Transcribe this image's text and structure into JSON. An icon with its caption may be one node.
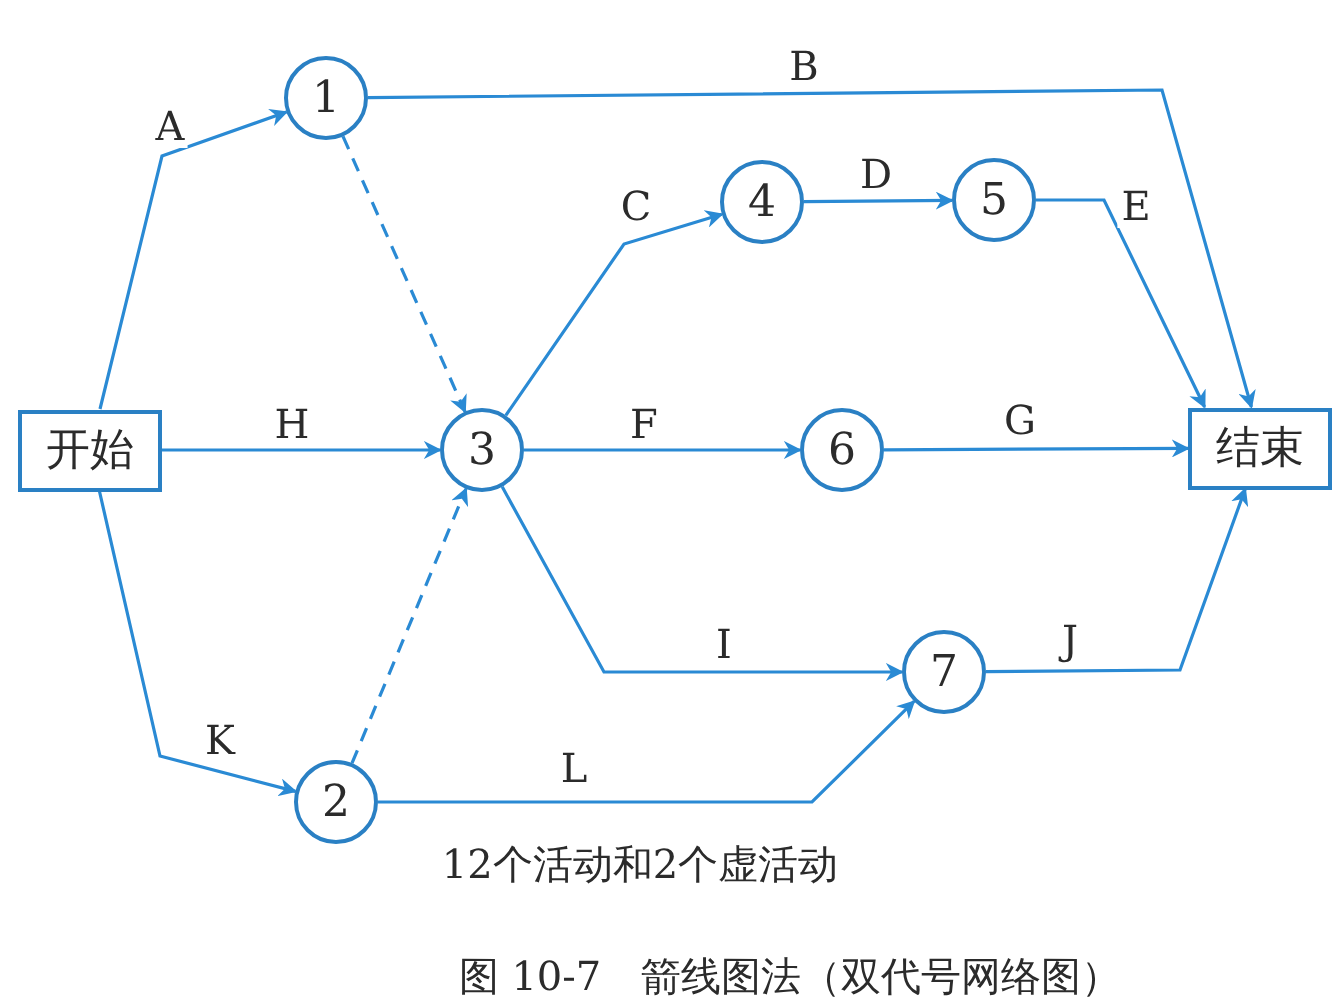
{
  "diagram": {
    "caption": "图 10-7　箭线图法（双代号网络图）",
    "nodes": [
      {
        "text": [
          "开始"
        ]
      },
      {
        "text": [
          "1"
        ]
      },
      {
        "text": [
          "2"
        ]
      },
      {
        "text": [
          "3"
        ]
      },
      {
        "text": [
          "4"
        ]
      },
      {
        "text": [
          "5"
        ]
      },
      {
        "text": [
          "6"
        ]
      },
      {
        "text": [
          "7"
        ]
      },
      {
        "text": [
          "结束"
        ]
      }
    ],
    "edges": [
      {
        "from": 0,
        "to": 1,
        "arrow": "to",
        "label": "A"
      },
      {
        "from": 1,
        "to": 8,
        "arrow": "to",
        "label": "B"
      },
      {
        "from": 3,
        "to": 4,
        "arrow": "to",
        "label": "C"
      },
      {
        "from": 4,
        "to": 5,
        "arrow": "to",
        "label": "D"
      },
      {
        "from": 5,
        "to": 8,
        "arrow": "to",
        "label": "E"
      },
      {
        "from": 1,
        "to": 3,
        "arrow": "to",
        "style": "dashed"
      },
      {
        "from": 0,
        "to": 3,
        "arrow": "to",
        "label": "H"
      },
      {
        "from": 3,
        "to": 6,
        "arrow": "to",
        "label": "F"
      },
      {
        "from": 6,
        "to": 8,
        "arrow": "to",
        "label": "G"
      },
      {
        "from": 3,
        "to": 7,
        "arrow": "to",
        "label": "I"
      },
      {
        "from": 7,
        "to": 8,
        "arrow": "to",
        "label": "J"
      },
      {
        "from": 0,
        "to": 2,
        "arrow": "to",
        "label": "K"
      },
      {
        "from": 2,
        "to": 3,
        "arrow": "to",
        "style": "dashed"
      },
      {
        "from": 2,
        "to": 7,
        "arrow": "to",
        "label": "L"
      }
    ],
    "labels": [
      "12个活动和2个虚活动"
    ]
  }
}
